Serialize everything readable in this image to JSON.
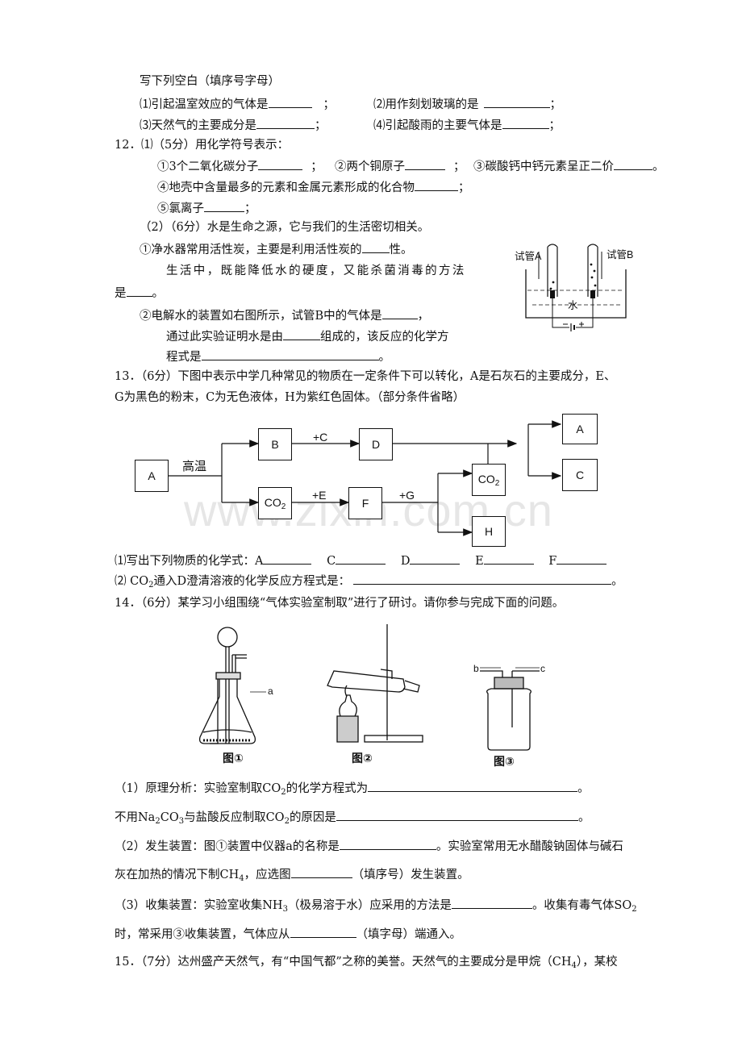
{
  "q11": {
    "intro": "写下列空白（填序号字母）",
    "p1": "⑴引起温室效应的气体是",
    "p2": "⑵用作刻划玻璃的是",
    "p3": "⑶天然气的主要成分是",
    "p4": "⑷引起酸雨的主要气体是",
    "end": "；"
  },
  "q12": {
    "num": "12．",
    "p1_head": "⑴（5分）用化学符号表示：",
    "i1": "①3个二氧化碳分子",
    "i2": "②两个铜原子",
    "i3": "③碳酸钙中钙元素呈正二价",
    "i4": "④地壳中含量最多的元素和金属元素形成的化合物",
    "i5": "⑤氯离子",
    "p2_head": "（2）（6分）水是生命之源，它与我们的生活密切相关。",
    "w1": "①净水器常用活性炭，主要是利用活性炭的",
    "w1_end": "性。",
    "w2": "生活中，既能降低水的硬度，又能杀菌消毒的方法",
    "w3": "是",
    "w3_end": "。",
    "w4": "②电解水的装置如右图所示，试管B中的气体是",
    "w4_end": "，",
    "w5": "通过此实验证明水是由",
    "w5_end": "组成的，该反应的化学方",
    "w6": "程式是",
    "w6_end": "。",
    "fig_tubeA": "试管A",
    "fig_tubeB": "试管B",
    "fig_water": "水",
    "fig_battery": "—| |+"
  },
  "q13": {
    "line1": "13．（6分）下图中表示中学几种常见的物质在一定条件下可以转化，A是石灰石的主要成分，E、",
    "line2": "G为黑色的粉末，C为无色液体，H为紫红色固体。（部分条件省略）",
    "diagram": {
      "A": "A",
      "B": "B",
      "D": "D",
      "F": "F",
      "H": "H",
      "C": "C",
      "A2": "A",
      "co2_1": "CO2",
      "co2_2": "CO2",
      "high_temp": "高温",
      "plusC": "+C",
      "plusE": "+E",
      "plusG": "+G"
    },
    "s1": "⑴写出下列物质的化学式：A",
    "s1_C": "C",
    "s1_D": "D",
    "s1_E": "E",
    "s1_F": "F",
    "s2a": "⑵",
    "s2_co2": "CO",
    "s2_sub": "2",
    "s2b": "通入D澄清溶液的化学反应方程式是：",
    "s2_end": "。"
  },
  "q14": {
    "line": "14．（6分）某学习小组围绕“气体实验室制取”进行了研讨。请你参与完成下面的问题。",
    "fig1": "图①",
    "fig2": "图②",
    "fig3": "图③",
    "fig_a": "a",
    "fig_b": "b",
    "fig_c": "c",
    "r1a": "（1）原理分析：实验室制取CO",
    "r1b": "的化学方程式为",
    "r1_end": "。",
    "r2a": "不用Na",
    "r2b": "CO",
    "r2c": "与盐酸反应制取CO",
    "r2d": "的原因是",
    "r2_end": "。",
    "r3a": "（2）发生装置：图①装置中仪器a的名称是",
    "r3b": "。实验室常用无水醋酸钠固体与碱石",
    "r4a": "灰在加热的情况下制CH",
    "r4b": "，应选图",
    "r4c": "（填序号）发生装置。",
    "r5a": "（3）收集装置：实验室收集NH",
    "r5b": "（极易溶于水）应采用的方法是",
    "r5c": "。收集有毒气体SO",
    "r6a": "时，常采用③收集装置，气体应从",
    "r6b": "（填字母）端通入。",
    "sub2": "2",
    "sub3": "3",
    "sub4": "4"
  },
  "q15": {
    "line": "15．（7分）达州盛产天然气，有“中国气都”之称的美誉。天然气的主要成分是甲烷（CH",
    "sub4": "4",
    "end": "），某校"
  },
  "watermark": "www.zixin.com.cn"
}
